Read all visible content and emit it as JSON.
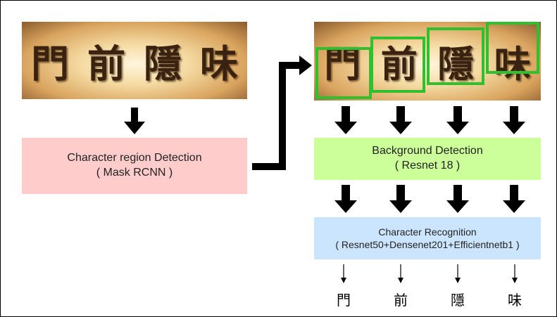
{
  "input_characters": [
    "門",
    "前",
    "隱",
    "味"
  ],
  "boxes": {
    "region_detection": {
      "title": "Character region Detection",
      "model": "( Mask RCNN )",
      "color": "#ffcccc"
    },
    "background_detection": {
      "title": "Background Detection",
      "model": "( Resnet 18 )",
      "color": "#ccff99"
    },
    "character_recognition": {
      "title": "Character Recognition",
      "model": "( Resnet50+Densenet201+Efficientnetb1 )",
      "color": "#cce5ff"
    }
  },
  "outputs": [
    "門",
    "前",
    "隱",
    "味"
  ],
  "detection_box_color": "#2fbf2f",
  "arrow_color": "#000000"
}
